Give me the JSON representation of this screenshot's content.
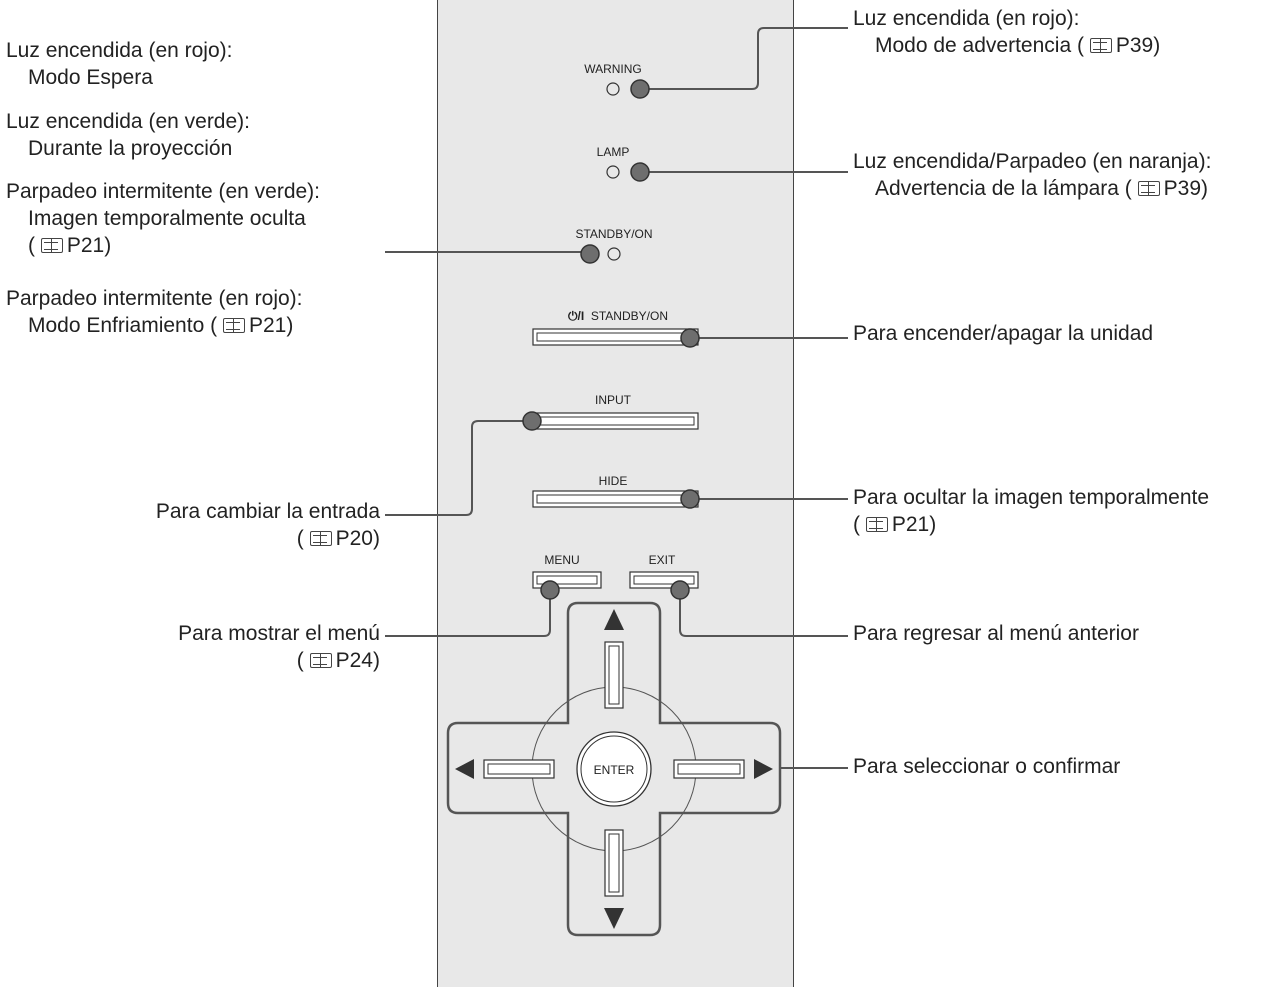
{
  "panel": {
    "warning": "WARNING",
    "lamp": "LAMP",
    "standby_led": "STANDBY/ON",
    "standby_btn": "STANDBY/ON",
    "power_symbol": "⏻/I",
    "input": "INPUT",
    "hide": "HIDE",
    "menu": "MENU",
    "exit": "EXIT",
    "enter": "ENTER"
  },
  "left": {
    "l1": {
      "head": "Luz encendida (en rojo):",
      "body": "Modo Espera"
    },
    "l2": {
      "head": "Luz encendida (en verde):",
      "body": "Durante la proyección"
    },
    "l3": {
      "head": "Parpadeo intermitente (en verde):",
      "body": "Imagen temporalmente oculta",
      "ref_open": "(",
      "ref": "P21",
      "ref_close": ")"
    },
    "l4": {
      "head": "Parpadeo intermitente (en rojo):",
      "body": "Modo Enfriamiento (",
      "ref": "P21",
      "ref_close": ")"
    },
    "input": {
      "text": "Para cambiar la entrada",
      "ref_open": "(",
      "ref": "P20",
      "ref_close": ")"
    },
    "menu": {
      "text": "Para mostrar el menú",
      "ref_open": "(",
      "ref": "P24",
      "ref_close": ")"
    }
  },
  "right": {
    "warning": {
      "head": "Luz encendida (en rojo):",
      "body": "Modo de advertencia (",
      "ref": "P39",
      "ref_close": ")"
    },
    "lamp": {
      "head": "Luz encendida/Parpadeo (en naranja):",
      "body": "Advertencia de la lámpara (",
      "ref": "P39",
      "ref_close": ")"
    },
    "power": {
      "text": "Para encender/apagar la unidad"
    },
    "hide": {
      "text": "Para ocultar la imagen temporalmente",
      "ref_open": "(",
      "ref": "P21",
      "ref_close": ")"
    },
    "exit": {
      "text": "Para regresar al menú anterior"
    },
    "select": {
      "text": "Para seleccionar o confirmar"
    }
  }
}
